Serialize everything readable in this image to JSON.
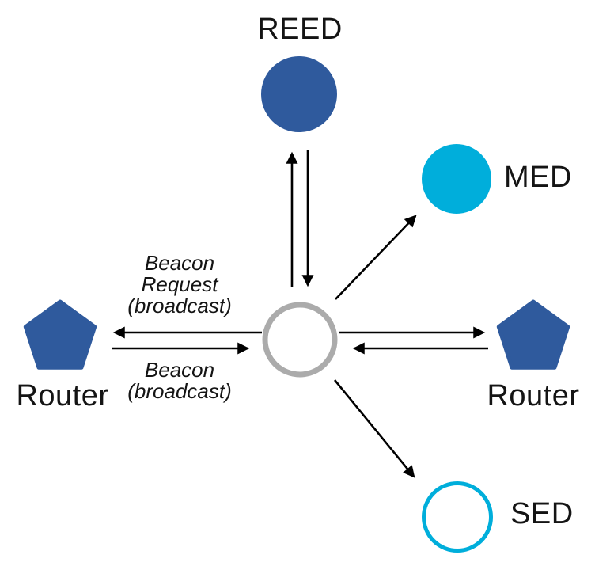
{
  "diagram": {
    "type": "network-topology",
    "colors": {
      "node_blue": "#2F5A9D",
      "node_cyan": "#00AEDB",
      "center_ring_gray": "#ABABAB",
      "edge_black": "#000000",
      "text_black": "#141414",
      "background": "#FFFFFF"
    },
    "nodes": {
      "reed": {
        "label": "REED",
        "shape": "circle",
        "style": "filled-blue"
      },
      "med": {
        "label": "MED",
        "shape": "circle",
        "style": "filled-cyan"
      },
      "router_left": {
        "label": "Router",
        "shape": "pentagon",
        "style": "filled-blue"
      },
      "router_right": {
        "label": "Router",
        "shape": "pentagon",
        "style": "filled-blue"
      },
      "joining_device": {
        "label": "",
        "shape": "circle",
        "style": "outlined-gray"
      },
      "sed": {
        "label": "SED",
        "shape": "circle",
        "style": "outlined-cyan"
      }
    },
    "edge_labels": {
      "beacon_request": "Beacon\nRequest\n(broadcast)",
      "beacon": "Beacon\n(broadcast)"
    },
    "edges": [
      {
        "from": "joining_device",
        "to": "reed"
      },
      {
        "from": "reed",
        "to": "joining_device"
      },
      {
        "from": "joining_device",
        "to": "router_left",
        "label": "Beacon Request (broadcast)"
      },
      {
        "from": "router_left",
        "to": "joining_device",
        "label": "Beacon (broadcast)"
      },
      {
        "from": "joining_device",
        "to": "router_right"
      },
      {
        "from": "router_right",
        "to": "joining_device"
      },
      {
        "from": "joining_device",
        "to": "med"
      },
      {
        "from": "joining_device",
        "to": "sed"
      }
    ]
  }
}
